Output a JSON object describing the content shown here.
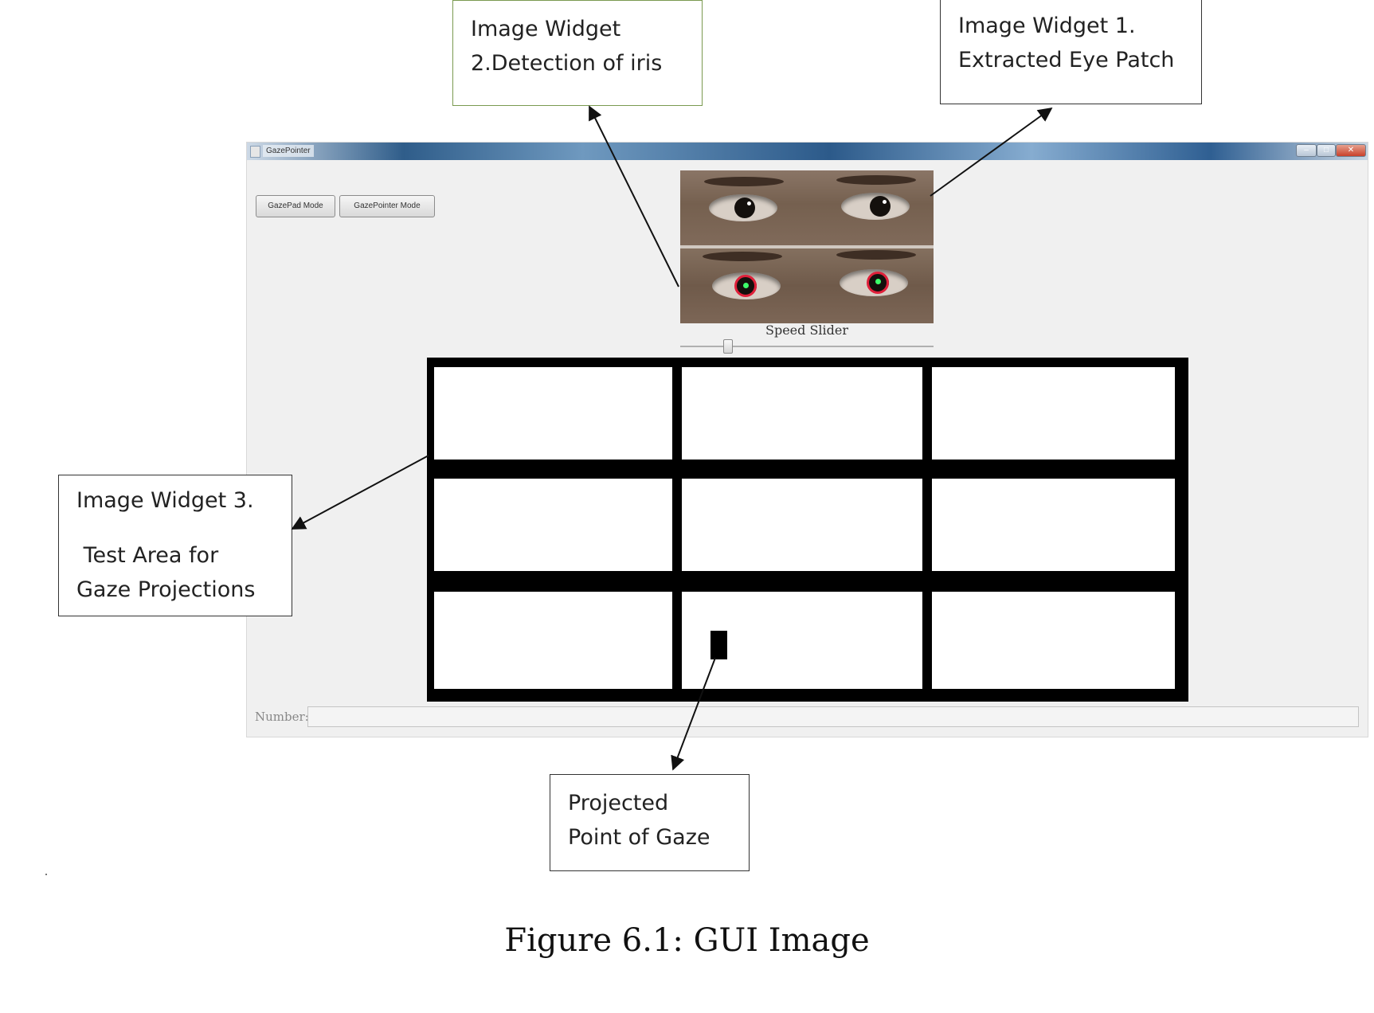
{
  "window": {
    "title": "GazePointer",
    "controls": {
      "minimize": "–",
      "maximize": "□",
      "close": "✕"
    }
  },
  "toolbar": {
    "gazepad_mode_label": "GazePad Mode",
    "gazepointer_mode_label": "GazePointer Mode"
  },
  "slider": {
    "label": "Speed Slider",
    "value_fraction": 0.19
  },
  "footer": {
    "number_label": "Number:",
    "number_value": ""
  },
  "callouts": {
    "iris": {
      "lines": [
        "Image Widget",
        "2.Detection of iris"
      ]
    },
    "eye_patch": {
      "lines": [
        "Image Widget 1.",
        "Extracted Eye Patch"
      ]
    },
    "test_area": {
      "line1": "Image Widget 3.",
      "line2": " Test Area for",
      "line3": "Gaze Projections"
    },
    "gaze_point": {
      "lines": [
        "Projected",
        "Point of Gaze"
      ]
    }
  },
  "caption": "Figure 6.1: GUI Image",
  "colors": {
    "iris_ring": "#e0203a",
    "iris_center": "#3cff6a",
    "grid": "#000000",
    "title_bar": "#2f5d8a"
  },
  "icons": {
    "arrow": "arrowhead-icon",
    "app": "app-icon"
  }
}
